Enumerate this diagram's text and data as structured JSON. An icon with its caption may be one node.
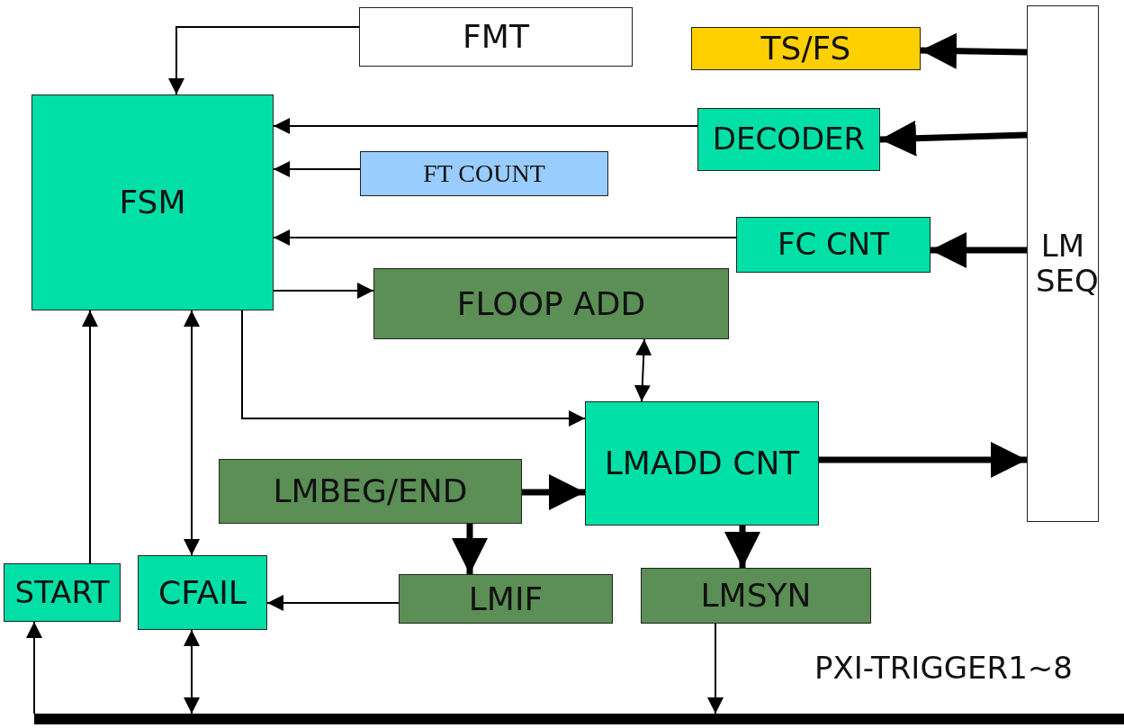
{
  "diagram": {
    "nodes": [
      {
        "text": [
          "FMT"
        ]
      },
      {
        "text": [
          "TS/FS"
        ]
      },
      {
        "text": [
          "FSM"
        ]
      },
      {
        "text": [
          "DECODER"
        ]
      },
      {
        "text": [
          "FT COUNT"
        ]
      },
      {
        "text": [
          "FC CNT"
        ]
      },
      {
        "text": [
          "LM SEQ"
        ]
      },
      {
        "text": [
          "FLOOP ADD"
        ]
      },
      {
        "text": [
          "LMADD CNT"
        ]
      },
      {
        "text": [
          "LMBEG/END"
        ]
      },
      {
        "text": [
          "START"
        ]
      },
      {
        "text": [
          "CFAIL"
        ]
      },
      {
        "text": [
          "LMIF"
        ]
      },
      {
        "text": [
          "LMSYN"
        ]
      },
      {
        "text": [],
        "shape": "bar",
        "beside": [
          "PXI-TRIGGER1~8"
        ]
      }
    ],
    "edges": [
      {
        "from": 0,
        "to": 2,
        "arrow": "to"
      },
      {
        "from": 6,
        "to": 1,
        "arrow": "to",
        "style": "thick"
      },
      {
        "from": 6,
        "to": 3,
        "arrow": "to",
        "style": "thick"
      },
      {
        "from": 3,
        "to": 2,
        "arrow": "to"
      },
      {
        "from": 4,
        "to": 2,
        "arrow": "to"
      },
      {
        "from": 5,
        "to": 2,
        "arrow": "to"
      },
      {
        "from": 6,
        "to": 5,
        "arrow": "to",
        "style": "thick"
      },
      {
        "from": 2,
        "to": 7,
        "arrow": "to"
      },
      {
        "from": 7,
        "to": 8,
        "arrow": "both"
      },
      {
        "from": 2,
        "to": 8,
        "arrow": "to"
      },
      {
        "from": 8,
        "to": 6,
        "arrow": "to",
        "style": "thick"
      },
      {
        "from": 9,
        "to": 8,
        "arrow": "to",
        "style": "thick"
      },
      {
        "from": 9,
        "to": 12,
        "arrow": "to",
        "style": "thick"
      },
      {
        "from": 8,
        "to": 13,
        "arrow": "to",
        "style": "thick"
      },
      {
        "from": 12,
        "to": 11,
        "arrow": "to"
      },
      {
        "from": 10,
        "to": 2,
        "arrow": "to"
      },
      {
        "from": 11,
        "to": 2,
        "arrow": "both"
      },
      {
        "from": 14,
        "to": 10,
        "arrow": "to"
      },
      {
        "from": 11,
        "to": 14,
        "arrow": "both"
      },
      {
        "from": 13,
        "to": 14,
        "arrow": "to"
      }
    ]
  }
}
